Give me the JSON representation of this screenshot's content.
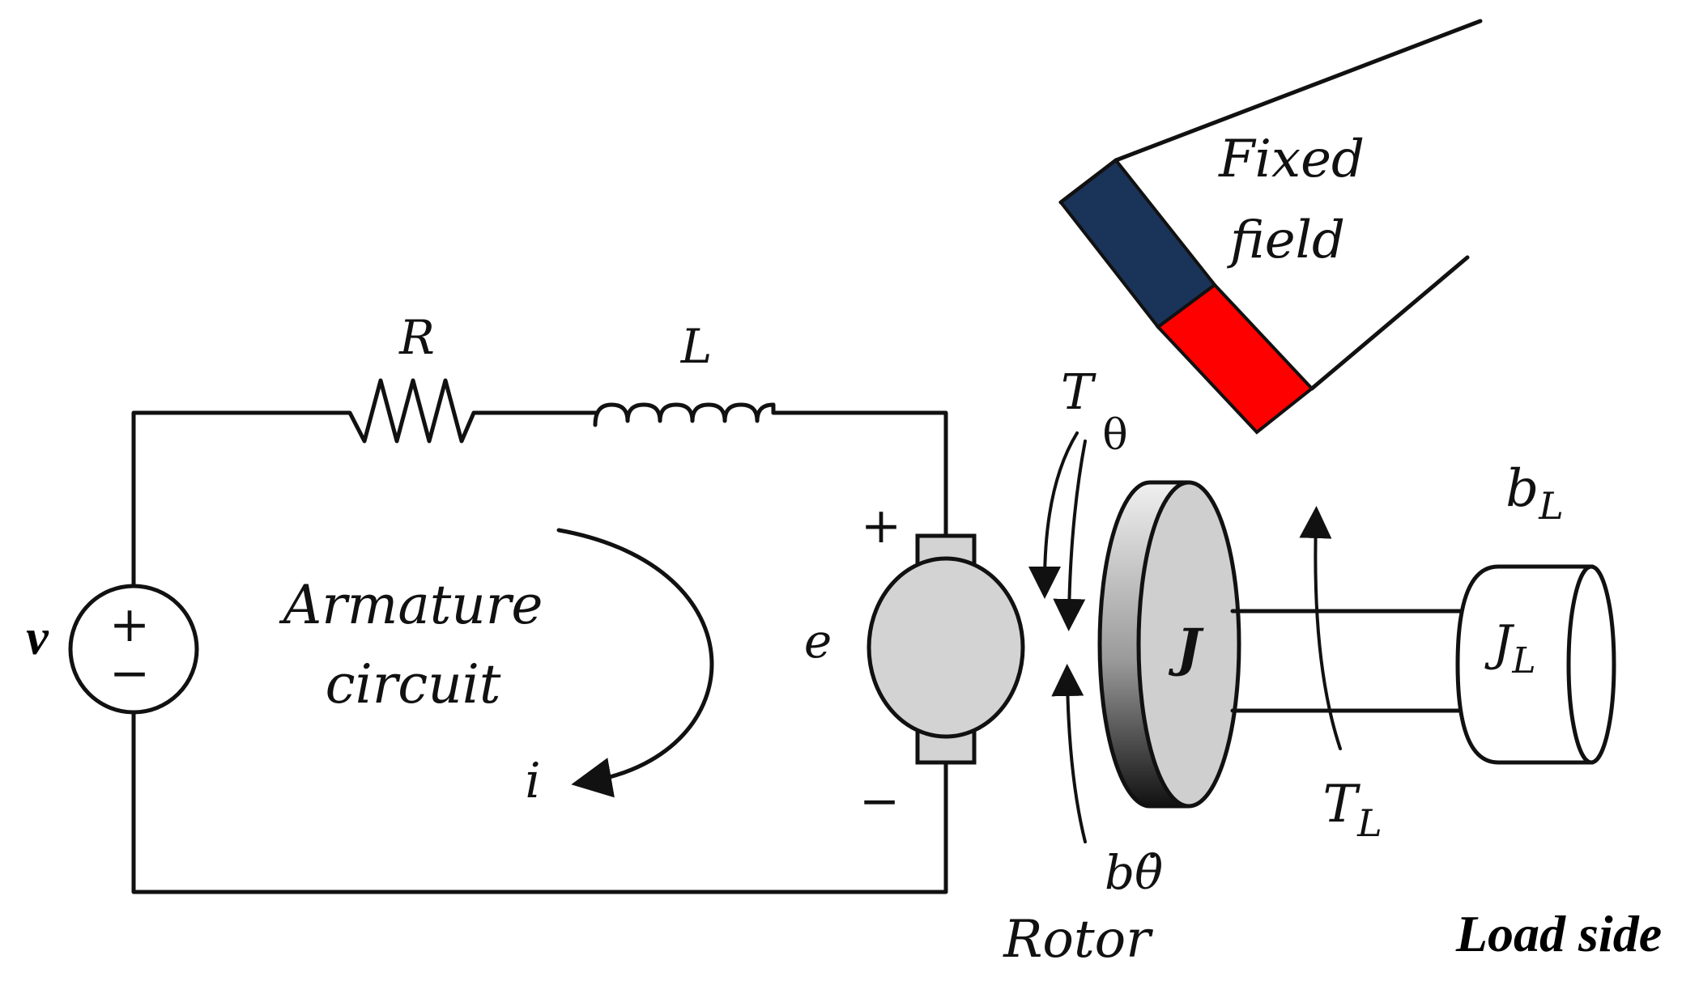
{
  "labels": {
    "source": "v",
    "source_plus": "+",
    "source_minus": "−",
    "resistor": "R",
    "inductor": "L",
    "armature_line1": "Armature",
    "armature_line2": "circuit",
    "current": "i",
    "emf": "e",
    "plus": "+",
    "minus": "−",
    "torque_T": "T",
    "theta": "θ",
    "friction": "bθ̇",
    "rotor": "Rotor",
    "inertia": "J",
    "load_inertia": "J",
    "load_inertia_sub": "L",
    "load_friction": "b",
    "load_friction_sub": "L",
    "load_torque": "T",
    "load_torque_sub": "L",
    "load_side": "Load side",
    "fixed_field_line1": "Fixed",
    "fixed_field_line2": "field"
  },
  "colors": {
    "magnet_north": "#1a3358",
    "magnet_south": "#ff0000",
    "motor_fill": "#d3d3d3",
    "disk_fill": "#cfcfcf",
    "wire": "#111111"
  }
}
